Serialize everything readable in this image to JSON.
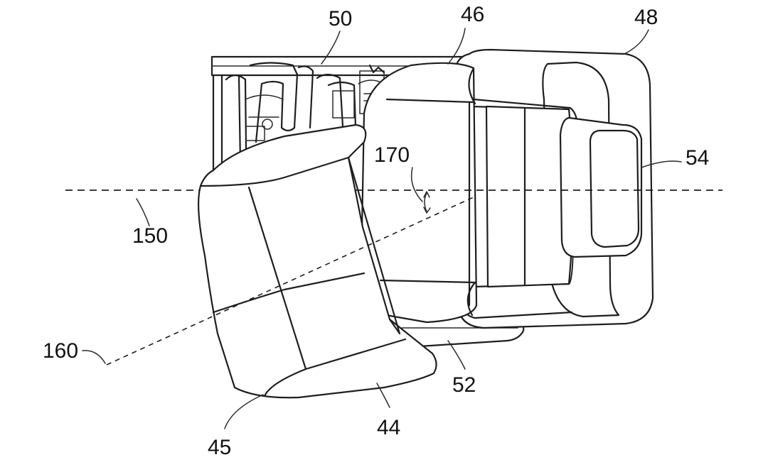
{
  "figure": {
    "reference_numerals": {
      "n50": "50",
      "n46": "46",
      "n48": "48",
      "n54": "54",
      "n170": "170",
      "n150": "150",
      "n160": "160",
      "n52": "52",
      "n44": "44",
      "n45": "45"
    },
    "icons": [
      "seat-frame",
      "seat-cushion",
      "seat-back",
      "headrest",
      "reference-axis",
      "rotated-axis",
      "rotation-angle-arrow"
    ],
    "colors": {
      "ink": "#1e1e1e",
      "paper": "#ffffff"
    }
  }
}
